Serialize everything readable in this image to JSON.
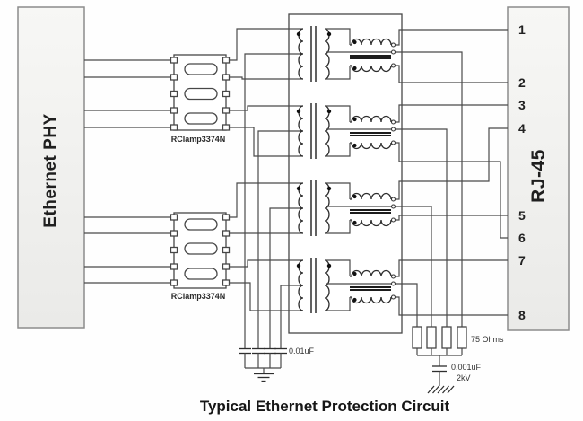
{
  "diagram": {
    "title": "Typical Ethernet Protection Circuit",
    "phy": {
      "label": "Ethernet PHY"
    },
    "rj45": {
      "label": "RJ-45",
      "pins": [
        "1",
        "2",
        "3",
        "4",
        "5",
        "6",
        "7",
        "8"
      ]
    },
    "clamps": [
      {
        "label": "RClamp3374N"
      },
      {
        "label": "RClamp3374N"
      }
    ],
    "labels": {
      "cap_array": "0.01uF",
      "resistors": "75 Ohms",
      "hv_cap_value": "0.001uF",
      "hv_cap_rating": "2kV"
    },
    "colors": {
      "wire": "#4a4a4a",
      "block_fill": "#f6f6f4",
      "text": "#1f1f1f"
    }
  }
}
